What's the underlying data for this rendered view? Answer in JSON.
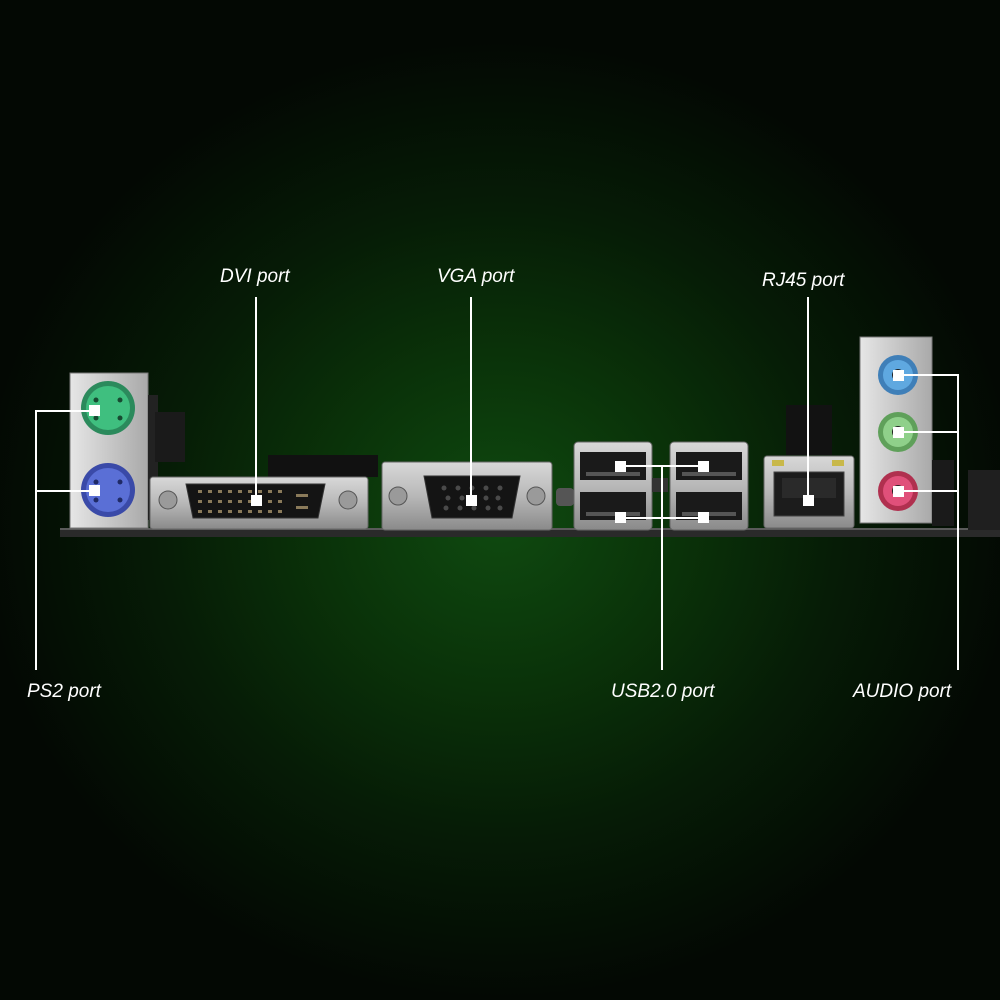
{
  "labels": {
    "dvi": "DVI port",
    "vga": "VGA port",
    "rj45": "RJ45 port",
    "ps2": "PS2 port",
    "usb": "USB2.0 port",
    "audio": "AUDIO port"
  },
  "colors": {
    "background": "#0a3209",
    "ps2_mouse": "#3fbf7f",
    "ps2_keyboard": "#5a6fd6",
    "audio_line_in": "#5fa8e0",
    "audio_line_out": "#8fd08a",
    "audio_mic": "#e0507a",
    "callout": "#ffffff"
  }
}
